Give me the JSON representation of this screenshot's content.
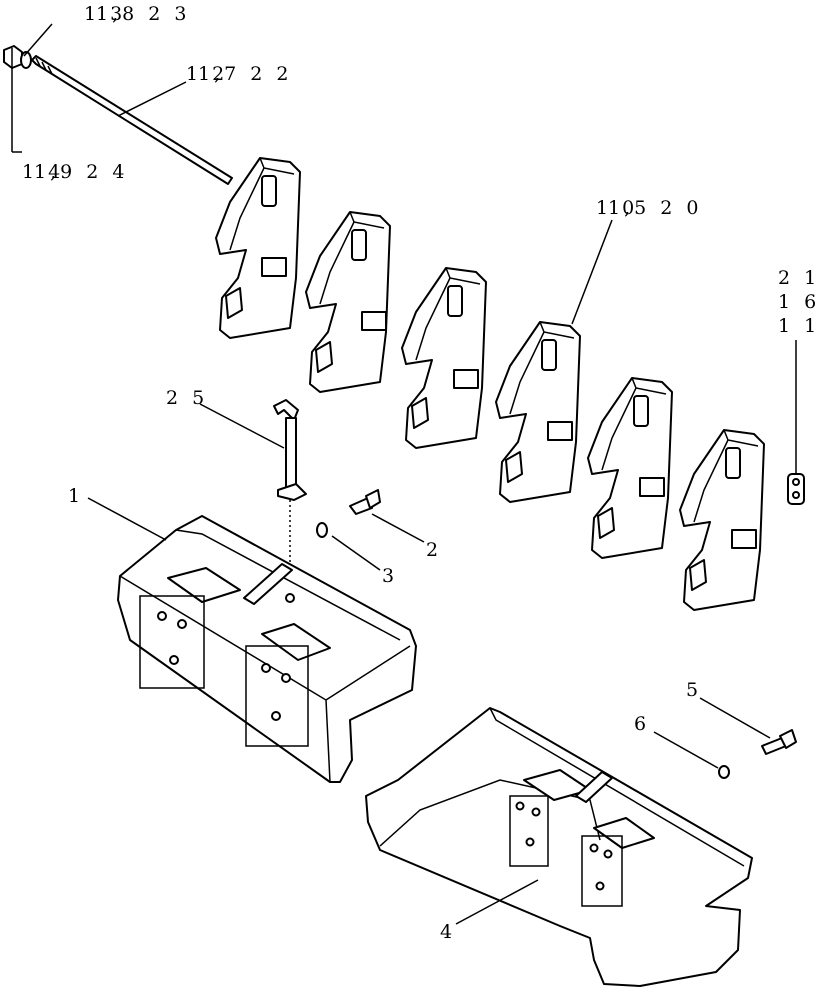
{
  "colors": {
    "line": "#000000",
    "background": "#ffffff"
  },
  "callouts": {
    "c1": "1",
    "c2": "2",
    "c3": "3",
    "c4": "4",
    "c5": "5",
    "c6": "6",
    "c25": "2 5",
    "c13": "1 3",
    "c13b": "1,8 2 3",
    "c12": "1 2",
    "c12b": "1,7 2 2",
    "c14": "1 4",
    "c14b": "1,9 2 4",
    "c10": "1 0",
    "c10b": "1,5 2 0",
    "c21": "2 1",
    "c16": "1 6",
    "c11": "1 1"
  }
}
